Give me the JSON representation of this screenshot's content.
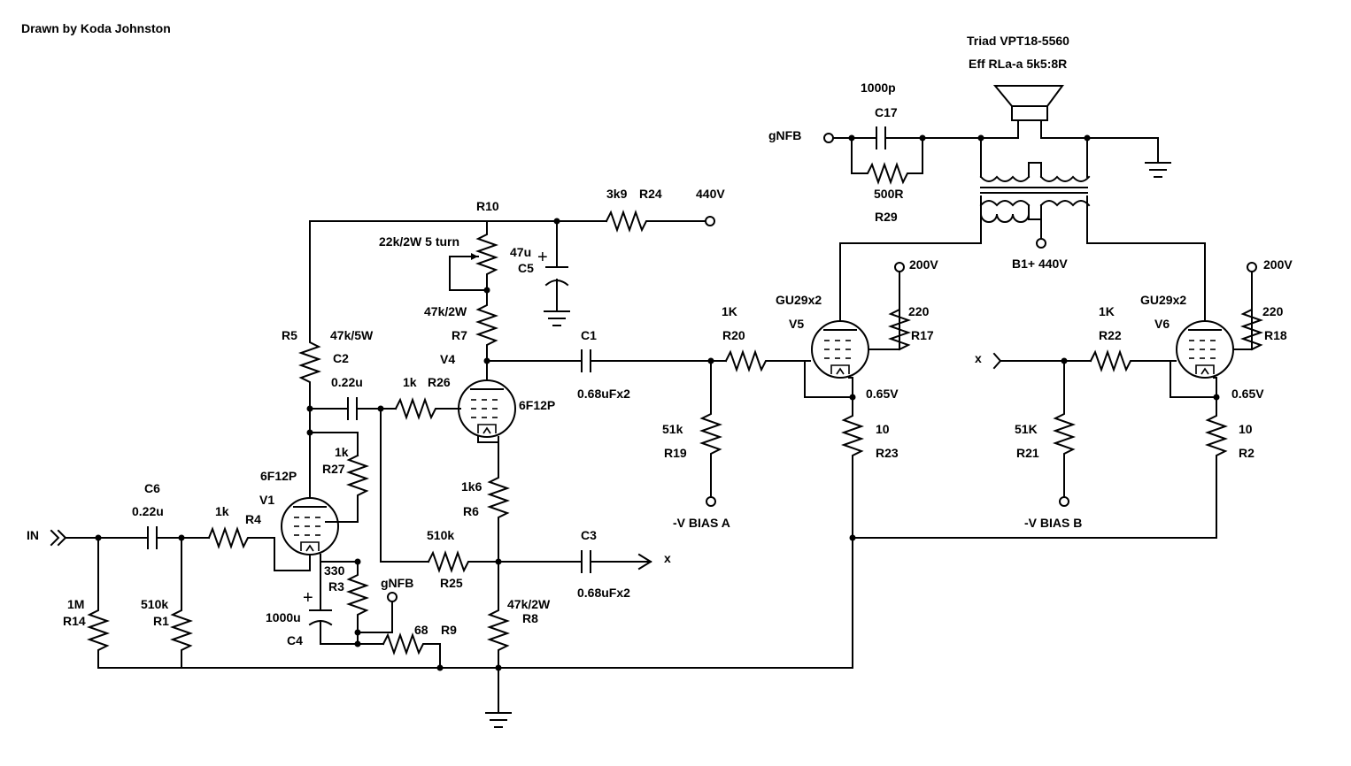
{
  "credit": "Drawn by Koda Johnston",
  "transformer": {
    "model": "Triad VPT18-5560",
    "ratio": "Eff RLa-a 5k5:8R"
  },
  "feedback": {
    "cap_value": "1000p",
    "cap_ref": "C17",
    "res_value": "500R",
    "res_ref": "R29",
    "net": "gNFB"
  },
  "power": {
    "hv": "440V",
    "b_plus": "B1+ 440V",
    "screen_a": "200V",
    "screen_b": "200V",
    "dropper_value": "3k9",
    "dropper_ref": "R24"
  },
  "input": {
    "label": "IN",
    "c6_ref": "C6",
    "c6_value": "0.22u",
    "r4_value": "1k",
    "r4_ref": "R4",
    "r14_value": "1M",
    "r14_ref": "R14",
    "r1_value": "510k",
    "r1_ref": "R1"
  },
  "v1": {
    "type": "6F12P",
    "ref": "V1",
    "r27_value": "1k",
    "r27_ref": "R27",
    "r3_value": "330",
    "r3_ref": "R3",
    "c4_value": "1000u",
    "c4_ref": "C4",
    "r9_value": "68",
    "r9_ref": "R9",
    "gnfb": "gNFB"
  },
  "coupling_v1": {
    "r5_ref": "R5",
    "r5_value": "47k/5W",
    "c2_ref": "C2",
    "c2_value": "0.22u",
    "r26_value": "1k",
    "r26_ref": "R26"
  },
  "v4": {
    "ref": "V4",
    "type": "6F12P",
    "r10_ref": "R10",
    "r10_value": "22k/2W 5 turn",
    "r7_value": "47k/2W",
    "r7_ref": "R7",
    "c5_value": "47u",
    "c5_ref": "C5",
    "r6_value": "1k6",
    "r6_ref": "R6",
    "r25_value": "510k",
    "r25_ref": "R25",
    "r8_value": "47k/2W",
    "r8_ref": "R8",
    "c1_ref": "C1",
    "c1_value": "0.68uFx2",
    "c3_ref": "C3",
    "c3_value": "0.68uFx2",
    "c3_out": "x"
  },
  "stage_a": {
    "r20_value": "1K",
    "r20_ref": "R20",
    "r19_value": "51k",
    "r19_ref": "R19",
    "bias": "-V BIAS A",
    "tube": "GU29x2",
    "ref": "V5",
    "r17_value": "220",
    "r17_ref": "R17",
    "cathode_v": "0.65V",
    "r23_value": "10",
    "r23_ref": "R23"
  },
  "stage_b": {
    "input": "x",
    "r22_value": "1K",
    "r22_ref": "R22",
    "r21_value": "51K",
    "r21_ref": "R21",
    "bias": "-V BIAS B",
    "tube": "GU29x2",
    "ref": "V6",
    "r18_value": "220",
    "r18_ref": "R18",
    "cathode_v": "0.65V",
    "r2_value": "10",
    "r2_ref": "R2"
  }
}
